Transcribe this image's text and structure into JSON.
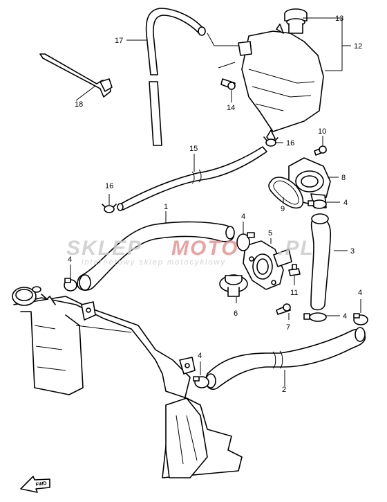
{
  "labels": {
    "l1": "1",
    "l2": "2",
    "l3": "3",
    "l4a": "4",
    "l4b": "4",
    "l4c": "4",
    "l4d": "4",
    "l4e": "4",
    "l4f": "4",
    "l5": "5",
    "l6": "6",
    "l7": "7",
    "l8": "8",
    "l9": "9",
    "l10": "10",
    "l11": "11",
    "l12": "12",
    "l13": "13",
    "l14": "14",
    "l15": "15",
    "l16a": "16",
    "l16b": "16",
    "l17": "17",
    "l18": "18"
  },
  "watermark": {
    "brand_part1": "SKLEP",
    "brand_part2": "MOTO",
    "brand_part3": ".PL",
    "tagline": "internetowy sklep motocyklowy"
  },
  "badge": {
    "fwd": "FWD"
  },
  "colors": {
    "ink": "#000000",
    "watermark_grey": "#c9c9c9",
    "watermark_red": "#e58c8c"
  }
}
